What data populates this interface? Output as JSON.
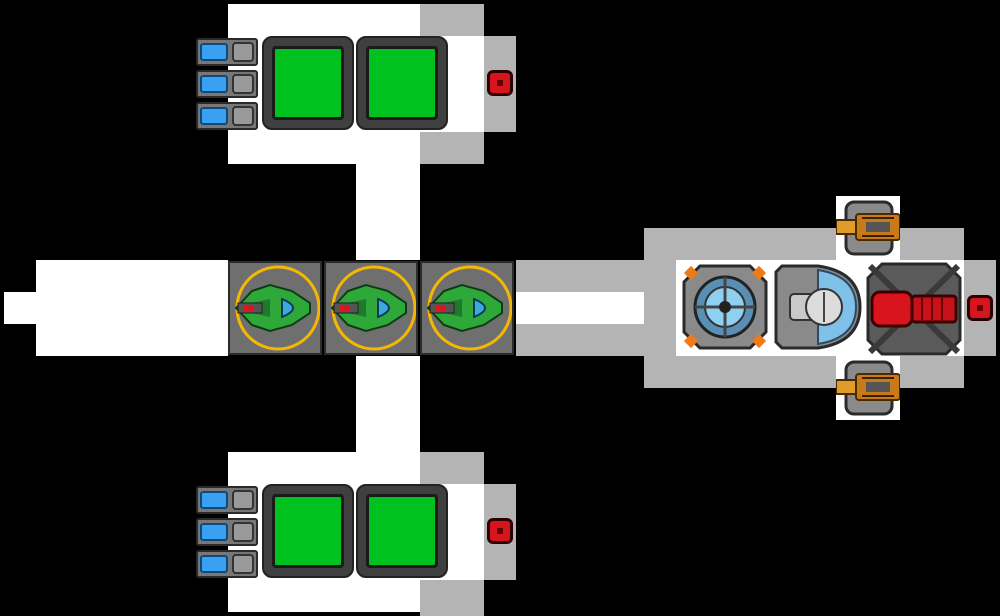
{
  "scene": "ship-builder-blueprint",
  "colors": {
    "background": "#000000",
    "hull_light": "#ffffff",
    "hull_shadow": "#b4b4b4",
    "fuel_tank": "#00c21e",
    "thruster_nozzle": "#3aa0f0",
    "control_red": "#d8141e",
    "weapon_bronze": "#d08a2a"
  },
  "modules": {
    "top_wing": {
      "thrusters": 3,
      "fuel_tanks": 2,
      "control_nodes": 1
    },
    "bottom_wing": {
      "thrusters": 3,
      "fuel_tanks": 2,
      "control_nodes": 1
    },
    "spine": {
      "fighter_bays": 3
    },
    "command_section": {
      "reactor": 1,
      "shield_generator": 1,
      "cannon": 1,
      "turrets": 2,
      "control_nodes": 1
    }
  },
  "icons": {
    "thruster": "thruster-icon",
    "fuel_tank": "fuel-tank-icon",
    "control_node": "control-node-icon",
    "fighter_bay": "fighter-bay-icon",
    "reactor": "reactor-icon",
    "shield_generator": "shield-generator-icon",
    "cannon": "cannon-icon",
    "turret": "turret-icon"
  }
}
